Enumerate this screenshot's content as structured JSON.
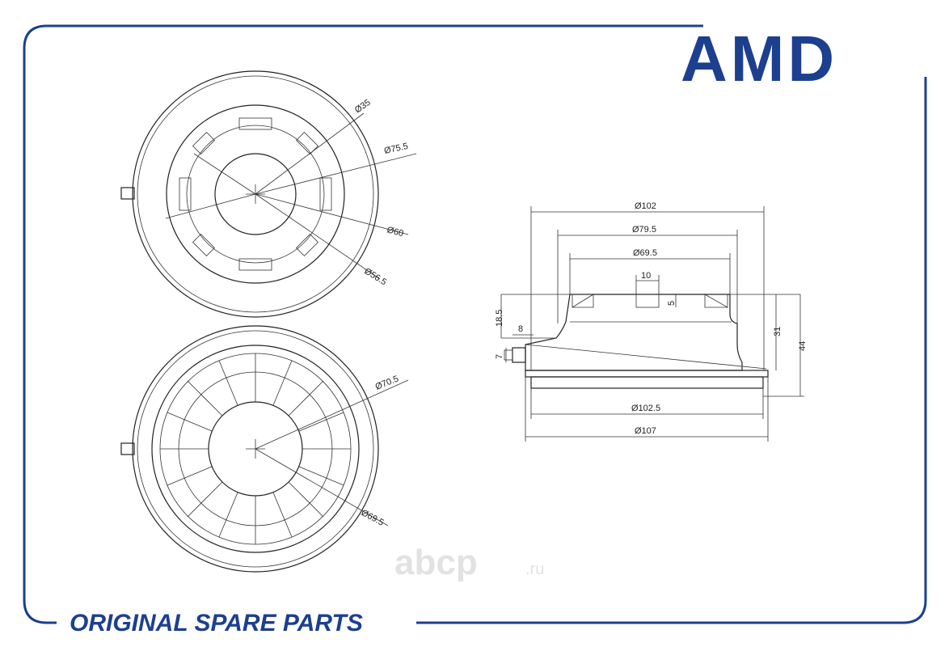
{
  "brand": {
    "logo_text": "AMD",
    "tagline": "ORIGINAL SPARE PARTS",
    "color": "#1c3f8f"
  },
  "watermark": {
    "main": "abcp",
    "suffix": ".ru"
  },
  "top_view": {
    "d_outer": "Ø75.5",
    "d_center": "Ø35",
    "d_60": "Ø60",
    "d_56": "Ø56.5"
  },
  "bottom_view": {
    "d_70": "Ø70.5",
    "d_69": "Ø69.5"
  },
  "side_view": {
    "d_102": "Ø102",
    "d_79": "Ø79.5",
    "d_69": "Ø69.5",
    "w_10": "10",
    "h_5": "5",
    "h_18": "18.5",
    "w_8": "8",
    "h_7": "7",
    "h_31": "31",
    "h_44": "44",
    "d_102b": "Ø102.5",
    "d_107": "Ø107"
  }
}
